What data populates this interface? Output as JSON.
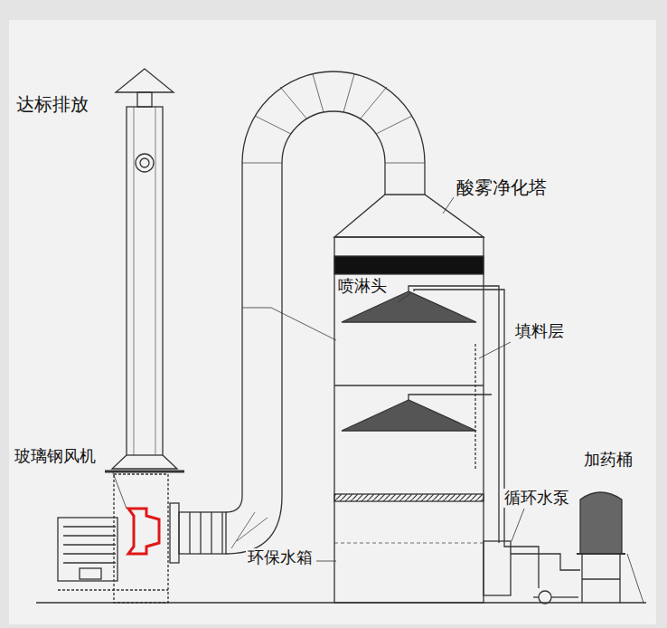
{
  "diagram": {
    "labels": [
      "达标排放",
      "酸雾净化塔",
      "喷淋头",
      "填料层",
      "玻璃钢风机",
      "加药桶",
      "循环水泵",
      "环保水箱"
    ]
  }
}
